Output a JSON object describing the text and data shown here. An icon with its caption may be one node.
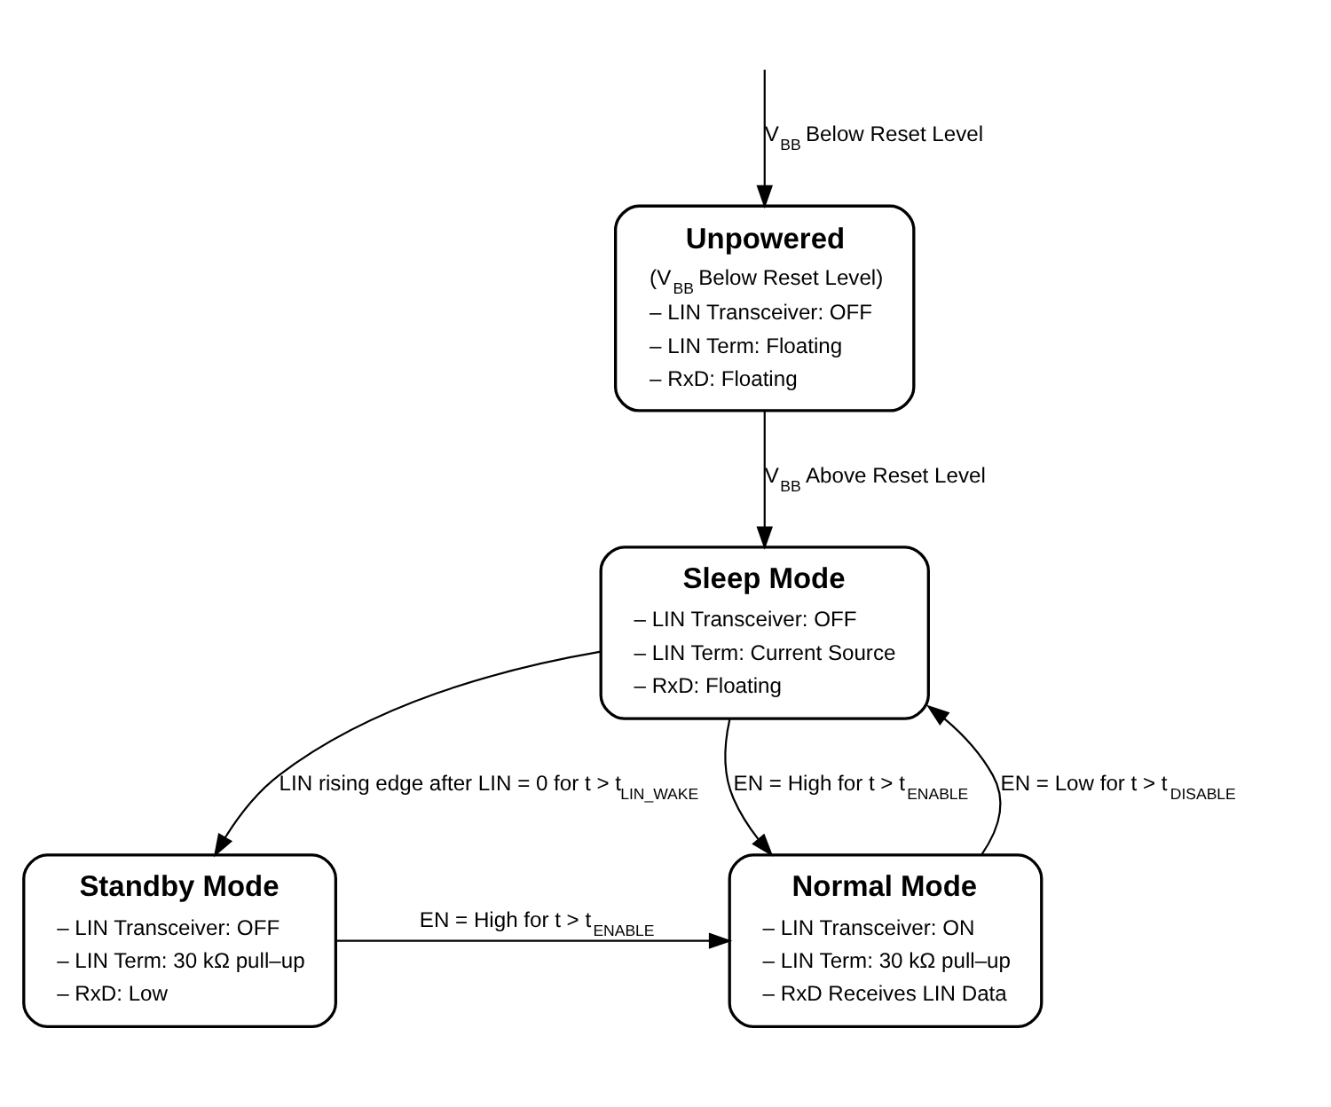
{
  "diagram": {
    "nodes": [
      {
        "text": [
          "Unpowered",
          "(V$_{BB}$ Below Reset Level)",
          "– LIN Transceiver: OFF",
          "– LIN Term: Floating",
          "– RxD: Floating"
        ]
      },
      {
        "text": [
          "Sleep Mode",
          "– LIN Transceiver: OFF",
          "– LIN Term: Current Source",
          "– RxD: Floating"
        ]
      },
      {
        "text": [
          "Standby Mode",
          "– LIN Transceiver: OFF",
          "– LIN Term: 30 kΩ pull–up",
          "– RxD: Low"
        ]
      },
      {
        "text": [
          "Normal Mode",
          "– LIN Transceiver: ON",
          "– LIN Term: 30 kΩ pull–up",
          "– RxD Receives LIN Data"
        ]
      }
    ],
    "edges": [
      {
        "from": null,
        "to": 0,
        "arrow": "to",
        "label": "V$_{BB}$ Below Reset Level"
      },
      {
        "from": 0,
        "to": 1,
        "arrow": "to",
        "label": "V$_{BB}$ Above Reset Level"
      },
      {
        "from": 1,
        "to": 2,
        "arrow": "to",
        "label": "LIN rising edge after LIN = 0 for t > t$_{LIN_WAKE}$"
      },
      {
        "from": 1,
        "to": 3,
        "arrow": "to",
        "label": "EN = High for t > t$_{ENABLE}$"
      },
      {
        "from": 3,
        "to": 1,
        "arrow": "to",
        "label": "EN = Low for t > t$_{DISABLE}$"
      },
      {
        "from": 2,
        "to": 3,
        "arrow": "to",
        "label": "EN = High for t > t$_{ENABLE}$"
      }
    ]
  }
}
